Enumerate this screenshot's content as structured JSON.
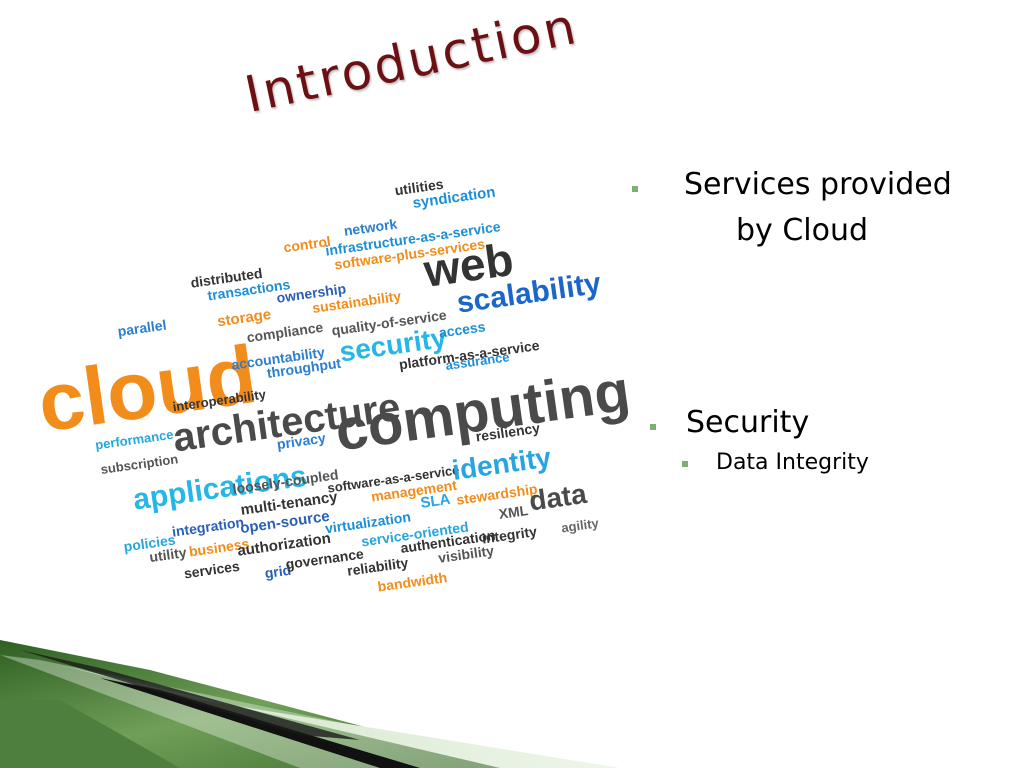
{
  "slide": {
    "title": "Introduction",
    "bullets": [
      {
        "line1": "Services provided",
        "line2": "by Cloud"
      },
      {
        "text": "Security",
        "sub": "Data Integrity"
      }
    ]
  },
  "word_cloud": [
    {
      "t": "utilities",
      "c": "#333333"
    },
    {
      "t": "syndication",
      "c": "#1b8fd6"
    },
    {
      "t": "network",
      "c": "#2a7fd0"
    },
    {
      "t": "infrastructure-as-a-service",
      "c": "#1b8fd6"
    },
    {
      "t": "control",
      "c": "#f28c1b"
    },
    {
      "t": "software-plus-services",
      "c": "#f28c1b"
    },
    {
      "t": "distributed",
      "c": "#333333"
    },
    {
      "t": "transactions",
      "c": "#1b8fd6"
    },
    {
      "t": "web",
      "c": "#333333"
    },
    {
      "t": "ownership",
      "c": "#2a5fb8"
    },
    {
      "t": "parallel",
      "c": "#2a7fd0"
    },
    {
      "t": "storage",
      "c": "#f28c1b"
    },
    {
      "t": "sustainability",
      "c": "#f28c1b"
    },
    {
      "t": "scalability",
      "c": "#1b66c9"
    },
    {
      "t": "cloud",
      "c": "#f28c1b"
    },
    {
      "t": "compliance",
      "c": "#555555"
    },
    {
      "t": "quality-of-service",
      "c": "#555555"
    },
    {
      "t": "accountability",
      "c": "#2a7fd0"
    },
    {
      "t": "security",
      "c": "#26b7e6"
    },
    {
      "t": "throughput",
      "c": "#2a7fd0"
    },
    {
      "t": "access",
      "c": "#1b8fd6"
    },
    {
      "t": "platform-as-a-service",
      "c": "#333333"
    },
    {
      "t": "interoperability",
      "c": "#333333"
    },
    {
      "t": "assurance",
      "c": "#1b8fd6"
    },
    {
      "t": "architecture",
      "c": "#4a4a4a"
    },
    {
      "t": "performance",
      "c": "#26a5e0"
    },
    {
      "t": "computing",
      "c": "#4a4a4a"
    },
    {
      "t": "subscription",
      "c": "#555555"
    },
    {
      "t": "privacy",
      "c": "#2a7fd0"
    },
    {
      "t": "applications",
      "c": "#26b7e6"
    },
    {
      "t": "resiliency",
      "c": "#333333"
    },
    {
      "t": "loosely-coupled",
      "c": "#555555"
    },
    {
      "t": "software-as-a-service",
      "c": "#333333"
    },
    {
      "t": "identity",
      "c": "#26a5e0"
    },
    {
      "t": "management",
      "c": "#f28c1b"
    },
    {
      "t": "multi-tenancy",
      "c": "#333333"
    },
    {
      "t": "policies",
      "c": "#26a5e0"
    },
    {
      "t": "integration",
      "c": "#2a5fb8"
    },
    {
      "t": "open-source",
      "c": "#2a5fb8"
    },
    {
      "t": "SLA",
      "c": "#26a5e0"
    },
    {
      "t": "stewardship",
      "c": "#f28c1b"
    },
    {
      "t": "utility",
      "c": "#555555"
    },
    {
      "t": "business",
      "c": "#f28c1b"
    },
    {
      "t": "authorization",
      "c": "#333333"
    },
    {
      "t": "virtualization",
      "c": "#1b8fd6"
    },
    {
      "t": "service-oriented",
      "c": "#26a5e0"
    },
    {
      "t": "XML",
      "c": "#555555"
    },
    {
      "t": "data",
      "c": "#4a4a4a"
    },
    {
      "t": "services",
      "c": "#333333"
    },
    {
      "t": "grid",
      "c": "#2a5fb8"
    },
    {
      "t": "governance",
      "c": "#333333"
    },
    {
      "t": "authentication",
      "c": "#333333"
    },
    {
      "t": "reliability",
      "c": "#333333"
    },
    {
      "t": "visibility",
      "c": "#555555"
    },
    {
      "t": "integrity",
      "c": "#333333"
    },
    {
      "t": "agility",
      "c": "#666666"
    },
    {
      "t": "bandwidth",
      "c": "#f28c1b"
    }
  ],
  "colors": {
    "title": "#6b1114",
    "bullet": "#7fae6f",
    "decor_dark": "#4f7f3f",
    "decor_light": "#9cc48a"
  }
}
